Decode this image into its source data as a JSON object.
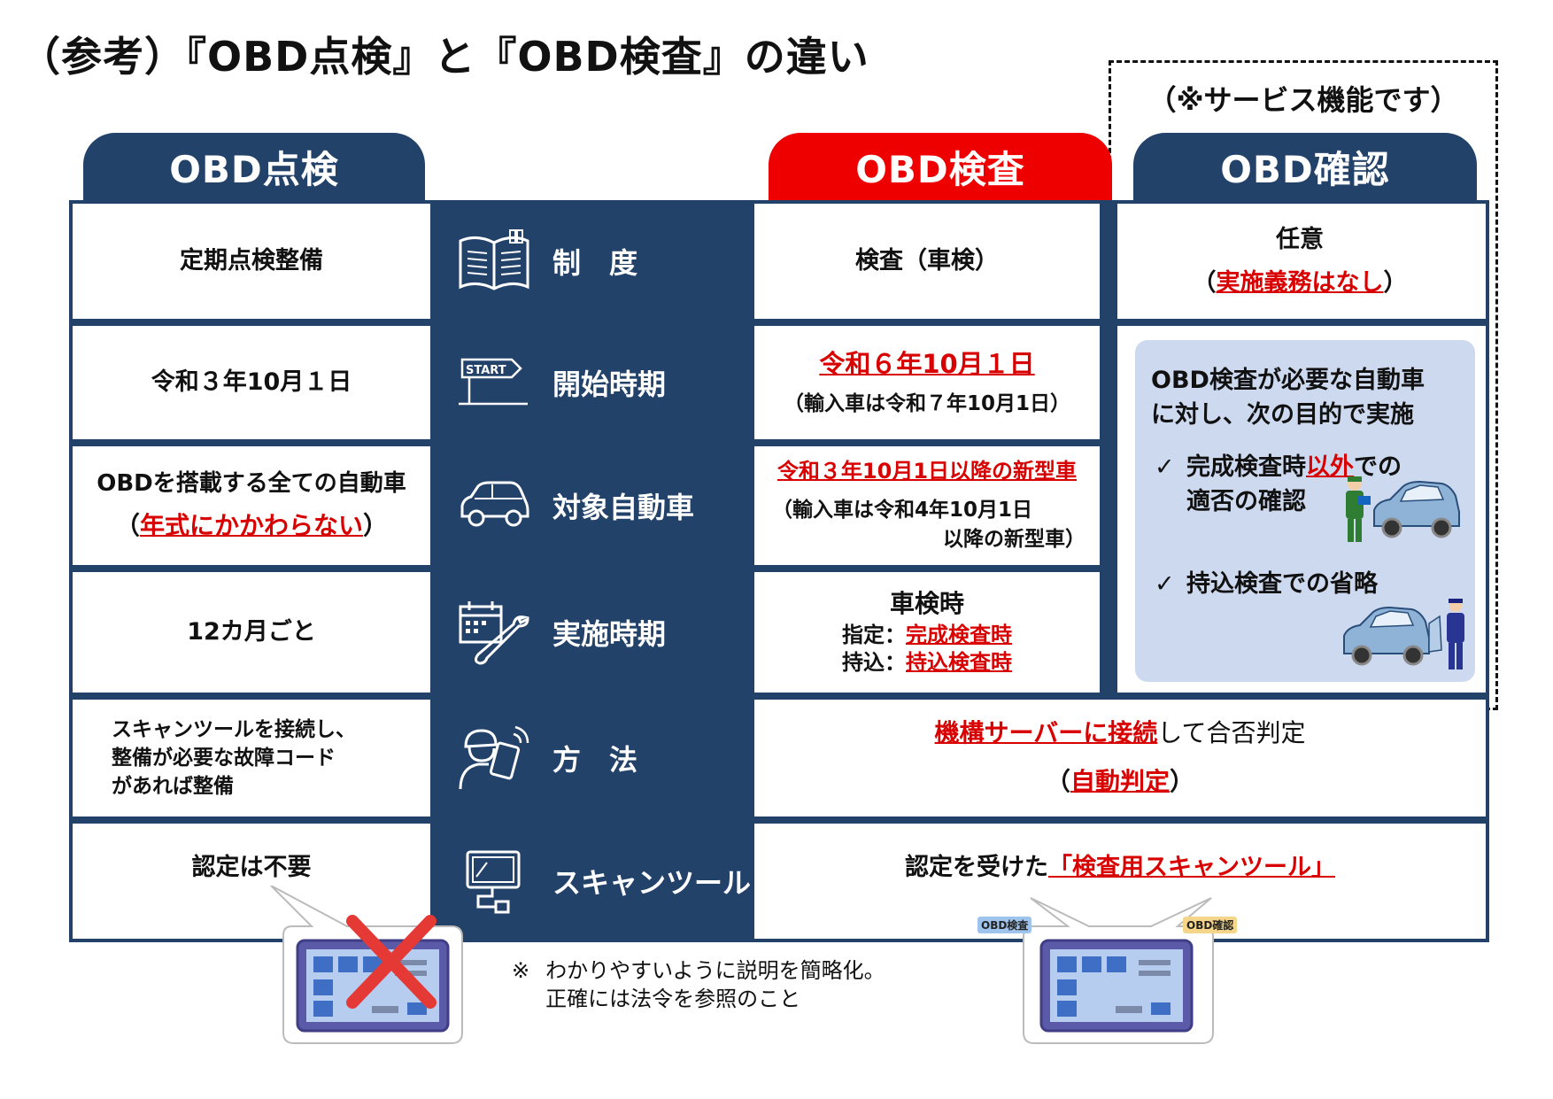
{
  "title": "（参考）『OBD点検』と『OBD検査』の違い",
  "service_note": "（※サービス機能です）",
  "headers": {
    "tenken": "OBD点検",
    "kensa": "OBD検査",
    "kakunin": "OBD確認"
  },
  "rows": {
    "seido": {
      "label": "制　度",
      "tenken": "定期点検整備",
      "kensa": "検査（車検）",
      "kakunin_main": "任意",
      "kakunin_open": "（",
      "kakunin_sub": "実施義務はなし",
      "kakunin_close": "）"
    },
    "kaishi": {
      "label": "開始時期",
      "tenken": "令和３年10月１日",
      "kensa_main": "令和６年10月１日",
      "kensa_sub": "（輸入車は令和７年10月1日）"
    },
    "taisho": {
      "label": "対象自動車",
      "tenken_main": "OBDを搭載する全ての自動車",
      "tenken_open": "（",
      "tenken_sub": "年式にかかわらない",
      "tenken_close": "）",
      "kensa_main": "令和３年10月1日以降の新型車",
      "kensa_sub1": "（輸入車は令和4年10月1日",
      "kensa_sub2": "以降の新型車）"
    },
    "jisshi": {
      "label": "実施時期",
      "tenken": "12カ月ごと",
      "kensa_main": "車検時",
      "kensa_line1_prefix": "指定：",
      "kensa_line1_value": "完成検査時",
      "kensa_line2_prefix": "持込：",
      "kensa_line2_value": "持込検査時"
    },
    "hoho": {
      "label": "方　法",
      "tenken_line1": "スキャンツールを接続し、",
      "tenken_line2": "整備が必要な故障コード",
      "tenken_line3": "があれば整備",
      "kensa_red": "機構サーバーに接続",
      "kensa_normal": "して合否判定",
      "kensa_open": "（",
      "kensa_sub": "自動判定",
      "kensa_close": "）"
    },
    "scan": {
      "label": "スキャンツール",
      "tenken": "認定は不要",
      "kensa_prefix": "認定を受けた",
      "kensa_red": "「検査用スキャンツール」"
    }
  },
  "kakunin_panel": {
    "intro_line1": "OBD検査が必要な自動車",
    "intro_line2": "に対し、次の目的で実施",
    "check_mark": "✓",
    "item1_pre": "完成検査時",
    "item1_red": "以外",
    "item1_post": "での",
    "item1_line2": "適否の確認",
    "item2": "持込検査での省略"
  },
  "badges": {
    "left": "OBD検査",
    "right": "OBD確認"
  },
  "footnote": {
    "mark": "※",
    "line1": "わかりやすいように説明を簡略化。",
    "line2": "正確には法令を参照のこと"
  },
  "colors": {
    "navy": "#23426a",
    "red": "#ee0000",
    "text_red": "#d90000",
    "panel_blue": "#cdd9ef"
  }
}
